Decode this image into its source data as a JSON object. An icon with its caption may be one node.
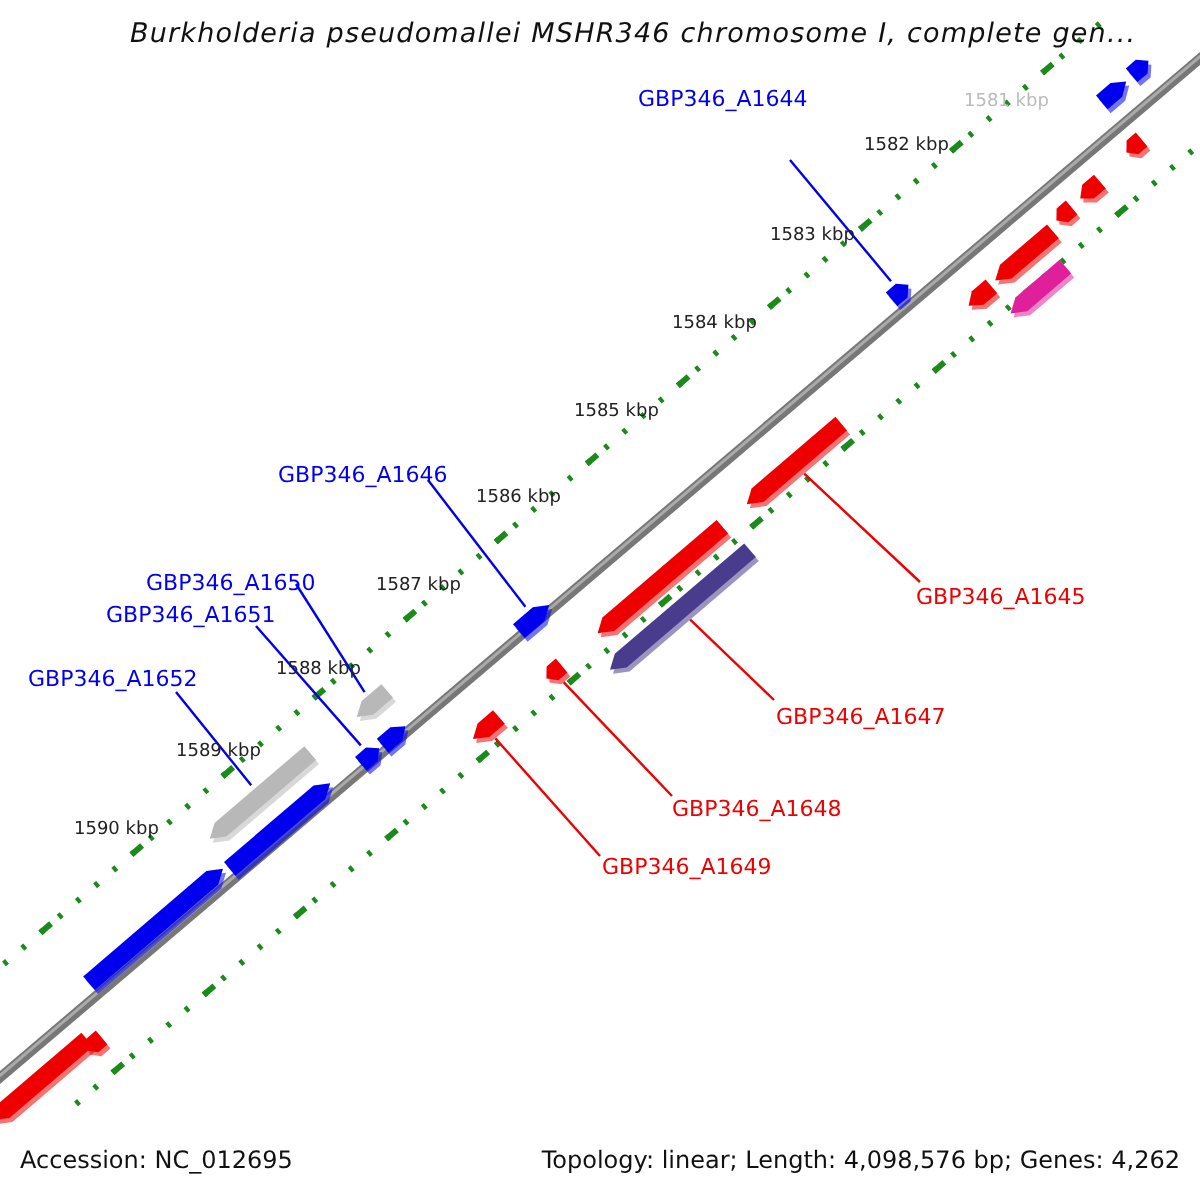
{
  "diagram": {
    "title": "Burkholderia pseudomallei MSHR346 chromosome I, complete gen...",
    "nodes": [
      {
        "text": [
          "GBP346_A1644"
        ]
      },
      {
        "text": [
          "GBP346_A1646"
        ]
      },
      {
        "text": [
          "GBP346_A1650"
        ]
      },
      {
        "text": [
          "GBP346_A1645"
        ]
      },
      {
        "text": [
          "GBP346_A1651"
        ]
      },
      {
        "text": [
          "GBP346_A1652"
        ]
      },
      {
        "text": [
          "GBP346_A1647"
        ]
      },
      {
        "text": [
          "GBP346_A1648"
        ]
      },
      {
        "text": [
          "GBP346_A1649"
        ]
      },
      {
        "text": [],
        "shape": "bar"
      },
      {
        "text": [],
        "shape": "bar"
      },
      {
        "text": [],
        "shape": "bar"
      },
      {
        "text": [],
        "shape": "bar"
      },
      {
        "text": [],
        "shape": "bar"
      },
      {
        "text": [],
        "shape": "bar"
      },
      {
        "text": [],
        "shape": "bar"
      },
      {
        "text": [],
        "shape": "bar"
      },
      {
        "text": [],
        "shape": "bar"
      },
      {
        "text": [],
        "shape": "bar"
      },
      {
        "text": [],
        "shape": "bar"
      },
      {
        "text": [],
        "shape": "bar"
      },
      {
        "text": [],
        "shape": "bar"
      },
      {
        "text": [],
        "shape": "bar"
      },
      {
        "text": [],
        "shape": "bar"
      },
      {
        "text": [],
        "shape": "bar"
      },
      {
        "text": [],
        "shape": "bar"
      },
      {
        "text": [],
        "shape": "bar"
      },
      {
        "text": [],
        "shape": "bar"
      },
      {
        "text": [],
        "shape": "bar"
      },
      {
        "text": [],
        "shape": "bar"
      },
      {
        "text": [],
        "shape": "bar"
      },
      {
        "text": [],
        "shape": "bar"
      }
    ],
    "edges": [
      {
        "from": 0,
        "to": 23,
        "arrow": "none"
      },
      {
        "from": 1,
        "to": 18,
        "arrow": "none"
      },
      {
        "from": 2,
        "to": 15,
        "arrow": "none"
      },
      {
        "from": 3,
        "to": 22,
        "arrow": "none",
        "color": "#ee0000"
      },
      {
        "from": 4,
        "to": 14,
        "arrow": "none"
      },
      {
        "from": 5,
        "to": 12,
        "arrow": "none"
      },
      {
        "from": 6,
        "to": 21,
        "arrow": "none",
        "color": "#ee0000"
      },
      {
        "from": 7,
        "to": 19,
        "arrow": "none",
        "color": "#ee0000"
      },
      {
        "from": 8,
        "to": 17,
        "arrow": "none",
        "color": "#ee0000"
      }
    ],
    "labels": [
      "1581 kbp",
      "1582 kbp",
      "1583 kbp",
      "1584 kbp",
      "1585 kbp",
      "1586 kbp",
      "1587 kbp",
      "1588 kbp",
      "1589 kbp",
      "1590 kbp",
      "Accession: NC_012695",
      "Topology: linear; Length: 4,098,576 bp; Genes: 4,262"
    ]
  }
}
